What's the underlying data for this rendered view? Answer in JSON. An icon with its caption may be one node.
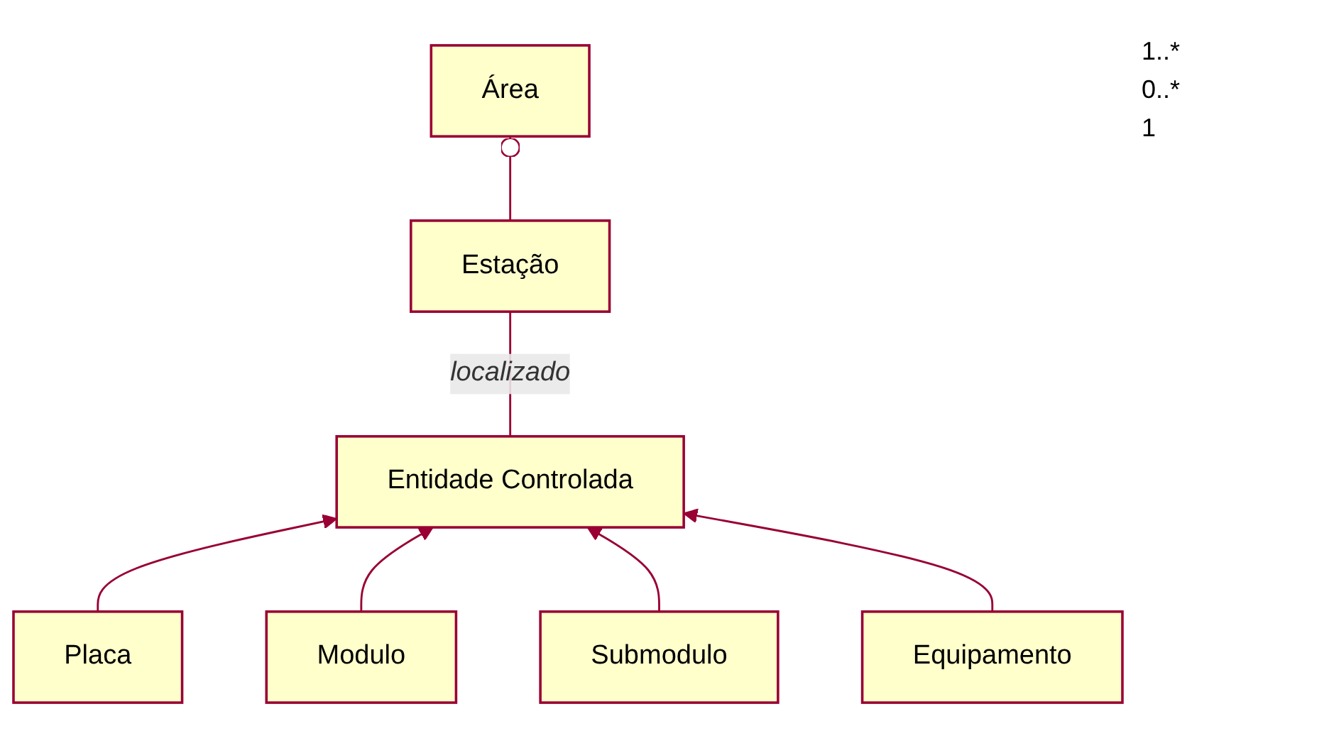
{
  "diagram": {
    "nodes": [
      {
        "text": [
          "Área"
        ]
      },
      {
        "text": [
          "Entidade Controlada"
        ]
      },
      {
        "text": [
          "Estação"
        ]
      },
      {
        "text": [
          "Placa"
        ]
      },
      {
        "text": [
          "Modulo"
        ]
      },
      {
        "text": [
          "Submodulo"
        ]
      },
      {
        "text": [
          "Equipamento"
        ]
      }
    ],
    "edges": [
      {
        "from": 2,
        "to": 0,
        "arrow": "other"
      },
      {
        "from": 1,
        "to": 2,
        "arrow": "none",
        "label": "localizado"
      },
      {
        "from": 3,
        "to": 1,
        "arrow": "to"
      },
      {
        "from": 4,
        "to": 1,
        "arrow": "to"
      },
      {
        "from": 5,
        "to": 1,
        "arrow": "to"
      },
      {
        "from": 6,
        "to": 1,
        "arrow": "to"
      }
    ],
    "labels": [
      "1..*",
      "0..*",
      "1"
    ]
  }
}
